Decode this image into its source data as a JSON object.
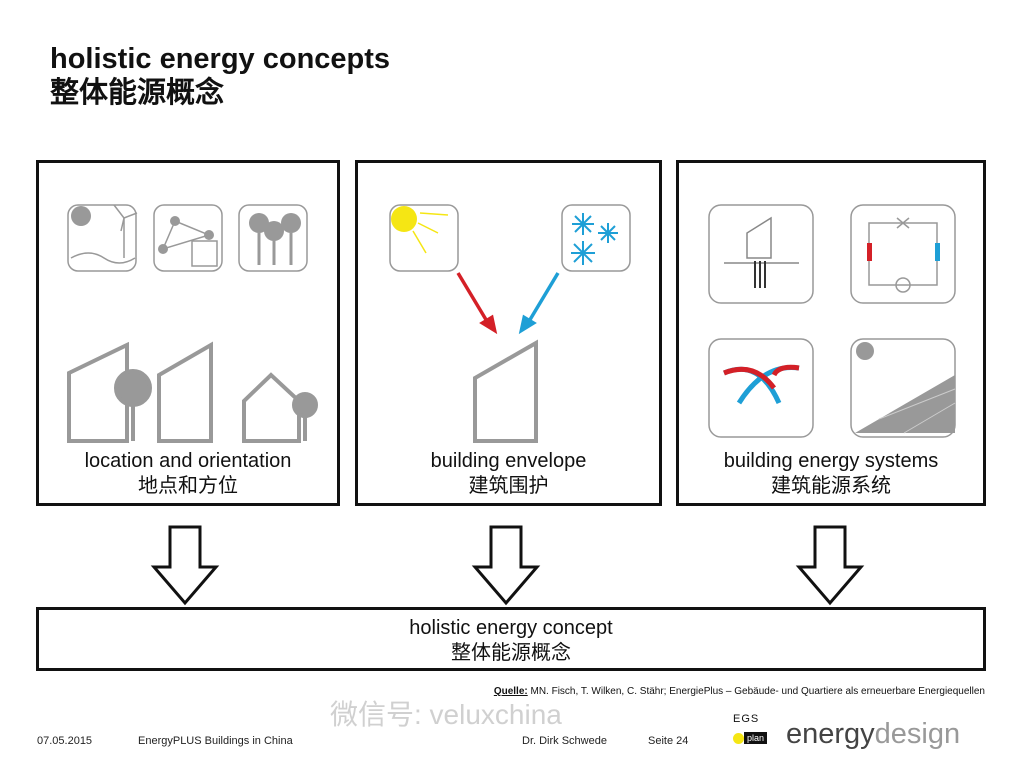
{
  "title": {
    "en": "holistic energy concepts",
    "zh": "整体能源概念"
  },
  "panels": [
    {
      "en": "location and orientation",
      "zh": "地点和方位",
      "icons": [
        "sun-wind-icon",
        "network-icon",
        "trees-icon",
        "buildings-trees-icon"
      ]
    },
    {
      "en": "building envelope",
      "zh": "建筑围护",
      "icons": [
        "sun-icon",
        "snowflake-icon",
        "heat-arrow-icon",
        "cold-arrow-icon",
        "building-icon"
      ]
    },
    {
      "en": "building energy systems",
      "zh": "建筑能源系统",
      "icons": [
        "ground-probe-icon",
        "heat-circuit-icon",
        "heat-exchanger-icon",
        "solar-panel-icon"
      ]
    }
  ],
  "concept": {
    "en": "holistic energy concept",
    "zh": "整体能源概念"
  },
  "source": {
    "label": "Quelle:",
    "text": " MN. Fisch, T. Wilken, C. Stähr; EnergiePlus – Gebäude- und Quartiere als erneuerbare Energiequellen"
  },
  "footer": {
    "date": "07.05.2015",
    "event": "EnergyPLUS Buildings in China",
    "author": "Dr. Dirk Schwede",
    "page": "Seite 24"
  },
  "logo": {
    "top": "EGS",
    "plan": "plan",
    "brand1": "energy",
    "brand2": "design"
  },
  "watermark": "微信号: veluxchina",
  "colors": {
    "warm": "#d42027",
    "cold": "#1e9fd6",
    "sun": "#f5e614"
  }
}
